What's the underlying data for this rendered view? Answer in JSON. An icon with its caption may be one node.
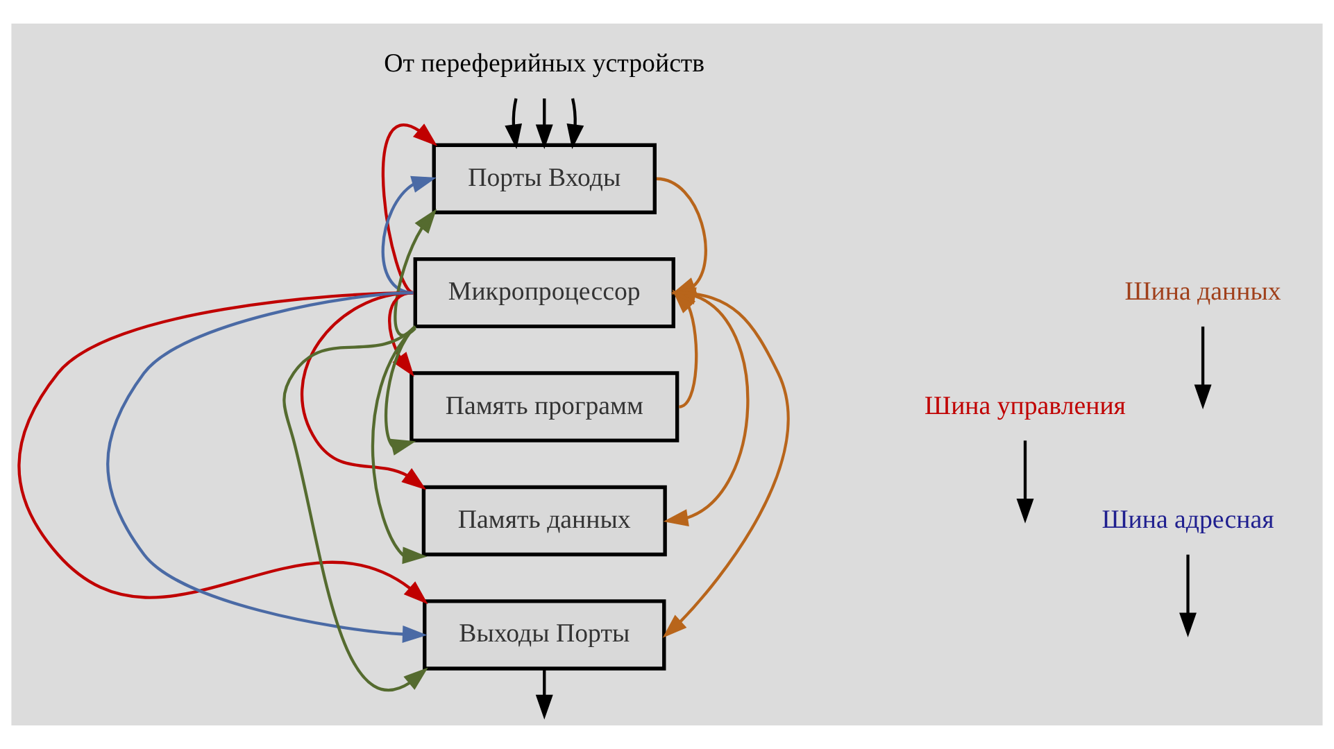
{
  "diagram": {
    "nodes": [
      {
        "text": [
          "От переферийных устройств"
        ]
      },
      {
        "text": [
          "Порты Входы"
        ]
      },
      {
        "text": [
          "Микропроцессор"
        ]
      },
      {
        "text": [
          "Память программ"
        ]
      },
      {
        "text": [
          "Память данных"
        ]
      },
      {
        "text": [
          "Выходы Порты"
        ]
      },
      {
        "text": [
          "Шина управления"
        ]
      },
      {
        "text": [
          "Шина адресная"
        ]
      },
      {
        "text": [
          "Шина данных"
        ]
      }
    ],
    "edges": [
      {
        "from": 0,
        "to": 1,
        "arrow": "to"
      },
      {
        "from": 0,
        "to": 1,
        "arrow": "to"
      },
      {
        "from": 0,
        "to": 1,
        "arrow": "to"
      },
      {
        "from": 2,
        "to": 1,
        "arrow": "to",
        "color": "#c00000"
      },
      {
        "from": 2,
        "to": 3,
        "arrow": "to",
        "color": "#c00000"
      },
      {
        "from": 2,
        "to": 4,
        "arrow": "to",
        "color": "#c00000"
      },
      {
        "from": 2,
        "to": 5,
        "arrow": "to",
        "color": "#c00000"
      },
      {
        "from": 2,
        "to": 1,
        "arrow": "to",
        "color": "#4a6aa5"
      },
      {
        "from": 2,
        "to": 5,
        "arrow": "to",
        "color": "#4a6aa5"
      },
      {
        "from": 2,
        "to": 1,
        "arrow": "to",
        "color": "#556b2f"
      },
      {
        "from": 2,
        "to": 3,
        "arrow": "to",
        "color": "#556b2f"
      },
      {
        "from": 2,
        "to": 4,
        "arrow": "to",
        "color": "#556b2f"
      },
      {
        "from": 2,
        "to": 5,
        "arrow": "to",
        "color": "#556b2f"
      },
      {
        "from": 1,
        "to": 2,
        "arrow": "to",
        "color": "#b8651b"
      },
      {
        "from": 3,
        "to": 2,
        "arrow": "to",
        "color": "#b8651b"
      },
      {
        "from": 2,
        "to": 4,
        "arrow": "both",
        "color": "#b8651b"
      },
      {
        "from": 2,
        "to": 5,
        "arrow": "to",
        "color": "#b8651b"
      },
      {
        "from": 5,
        "to": null,
        "arrow": "to"
      },
      {
        "from": 6,
        "to": null,
        "arrow": "to"
      },
      {
        "from": 7,
        "to": null,
        "arrow": "to"
      },
      {
        "from": 8,
        "to": null,
        "arrow": "to"
      }
    ]
  }
}
